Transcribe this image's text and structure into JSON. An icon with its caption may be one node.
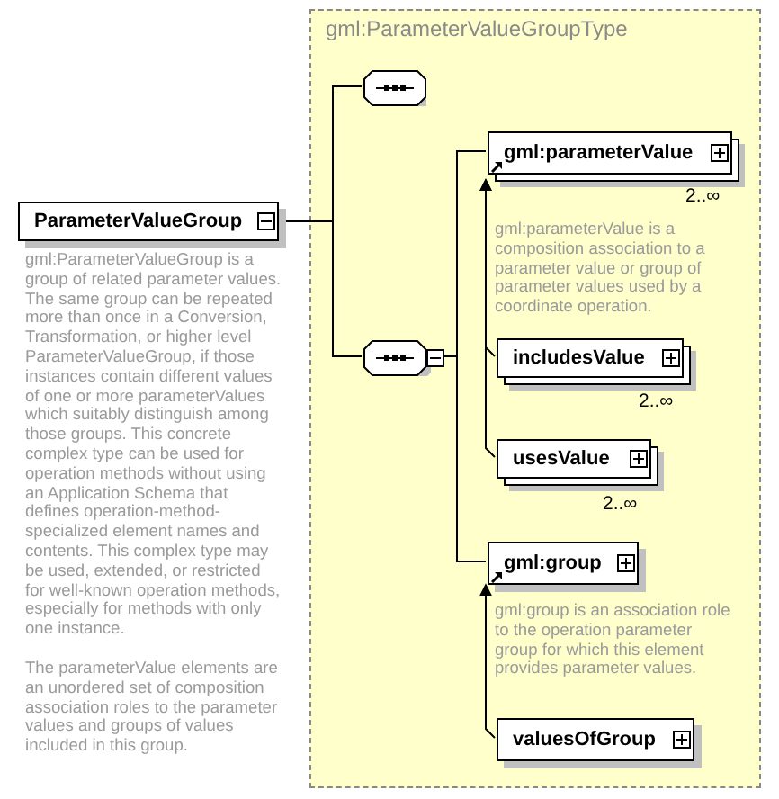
{
  "diagram": {
    "nodes": [
      {
        "text": [
          "gml:ParameterValueGroupType"
        ]
      },
      {
        "text": [
          "ParameterValueGroup"
        ],
        "beside": [
          "gml:ParameterValueGroup is a group of related parameter values. The same group can be repeated more than once in a Conversion, Transformation, or higher level ParameterValueGroup, if those instances contain different values of one or more parameterValues which suitably distinguish among those groups. This concrete complex type can be used for operation methods without using an Application Schema that defines operation-method-specialized element names and contents. This complex type may be used, extended, or restricted for well-known operation methods, especially for methods with only one instance.",
          "The parameterValue elements are an unordered set of composition association roles to the parameter values and groups of values included in this group."
        ]
      },
      {
        "text": [],
        "shape": "octagon",
        "in": 0
      },
      {
        "text": [],
        "shape": "octagon",
        "in": 0
      },
      {
        "text": [
          "gml:parameterValue"
        ],
        "in": 0,
        "beside": [
          "2..∞",
          "gml:parameterValue is a composition association to a parameter value or group of parameter values used by a coordinate operation."
        ]
      },
      {
        "text": [
          "includesValue"
        ],
        "in": 0,
        "beside": [
          "2..∞"
        ]
      },
      {
        "text": [
          "usesValue"
        ],
        "in": 0,
        "beside": [
          "2..∞"
        ]
      },
      {
        "text": [
          "gml:group"
        ],
        "in": 0,
        "beside": [
          "gml:group is an association role to the operation parameter group for which this element provides parameter values."
        ]
      },
      {
        "text": [
          "valuesOfGroup"
        ],
        "in": 0
      }
    ],
    "edges": [
      {
        "from": 1,
        "to": 2,
        "arrow": "none"
      },
      {
        "from": 1,
        "to": 3,
        "arrow": "none"
      },
      {
        "from": 3,
        "to": 4,
        "arrow": "none"
      },
      {
        "from": 3,
        "to": 7,
        "arrow": "none"
      },
      {
        "from": 5,
        "to": 4,
        "arrow": "to"
      },
      {
        "from": 6,
        "to": 4,
        "arrow": "to"
      },
      {
        "from": 8,
        "to": 7,
        "arrow": "to"
      }
    ]
  }
}
